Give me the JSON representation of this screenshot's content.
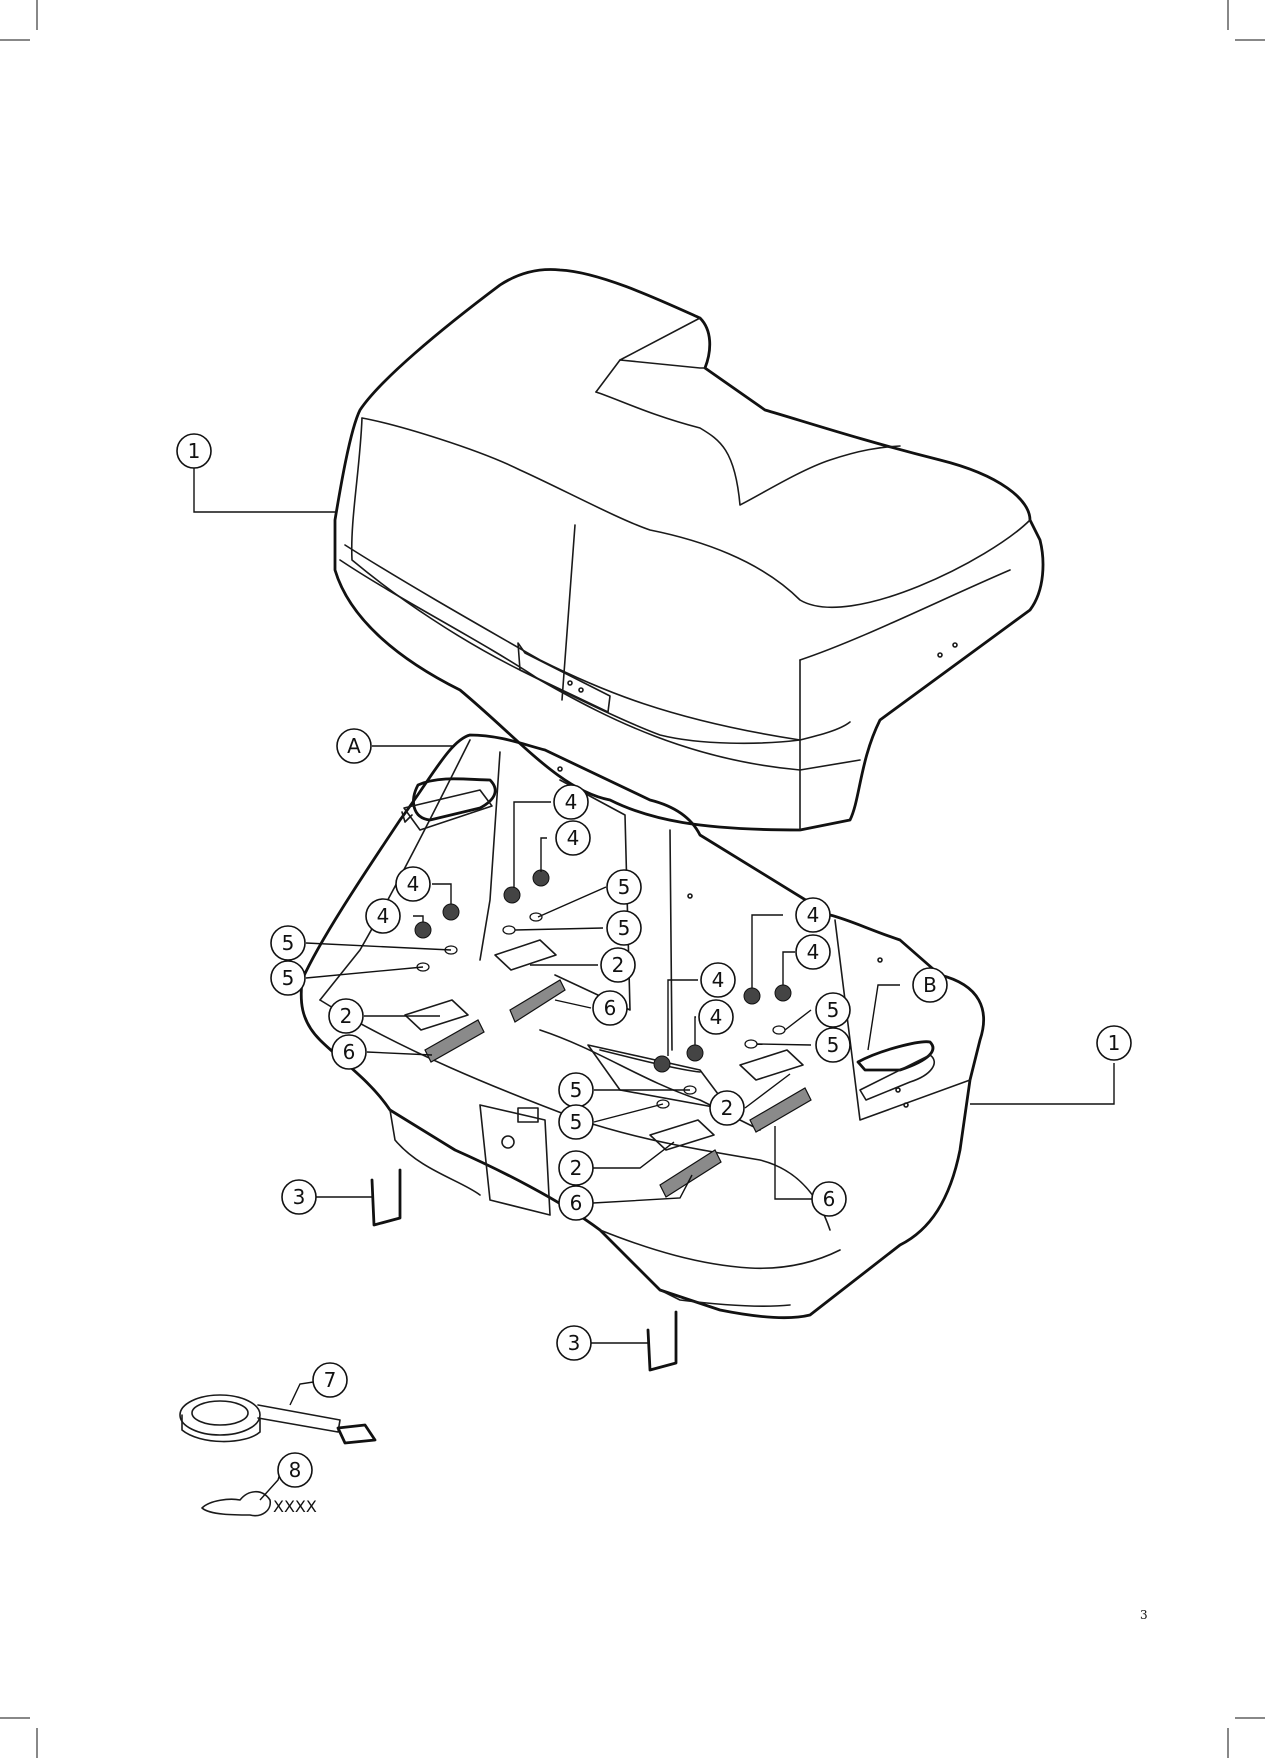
{
  "callouts": {
    "lid": "1",
    "base": "1",
    "clamp_a": "A",
    "clamp_b": "B",
    "plate_1": "2",
    "plate_2": "2",
    "plate_3": "2",
    "plate_4": "2",
    "bracket_left": "3",
    "bracket_bottom": "3",
    "knob_1": "4",
    "knob_2": "4",
    "knob_3": "4",
    "knob_4": "4",
    "knob_5": "4",
    "knob_6": "4",
    "knob_7": "4",
    "knob_8": "4",
    "washer_1": "5",
    "washer_2": "5",
    "washer_3": "5",
    "washer_4": "5",
    "washer_5": "5",
    "washer_6": "5",
    "washer_7": "5",
    "washer_8": "5",
    "pad_1": "6",
    "pad_2": "6",
    "pad_3": "6",
    "pad_4": "6",
    "strap": "7",
    "key": "8"
  },
  "key_code": "XXXX",
  "page_number": "3"
}
